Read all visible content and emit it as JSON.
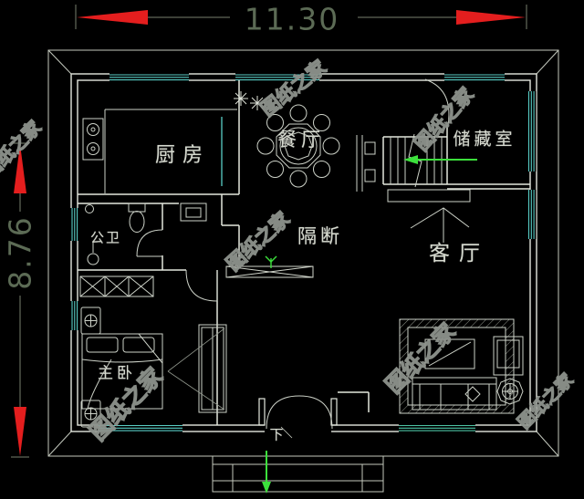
{
  "drawing": {
    "kind": "floor-plan",
    "style": "CAD blueprint"
  },
  "dimensions": {
    "width": "11.30",
    "height": "8.76"
  },
  "watermark": {
    "text": "图纸之家"
  },
  "rooms": {
    "kitchen": "厨房",
    "dining": "餐厅",
    "storage": "储藏室",
    "bathroom": "公卫",
    "partition": "隔断",
    "living": "客厅",
    "bedroom": "主卧",
    "entry_down": "下"
  },
  "icons": {
    "stair_arrow": "green-left-arrow",
    "entry_arrow": "green-down-arrow",
    "dimension_arrow": "red-triangle-arrow",
    "chandelier": "eight-point-stars",
    "dining_set": "round-table-8-chairs"
  },
  "colors": {
    "background": "#000000",
    "wall": "#e4e8de",
    "window": "#58cdc5",
    "window_green": "#4cc4a4",
    "dimension_text": "#5c6b55",
    "dimension_arrow": "#e41e1e",
    "direction_arrow": "#3ce03c",
    "watermark": "#8e938d"
  }
}
